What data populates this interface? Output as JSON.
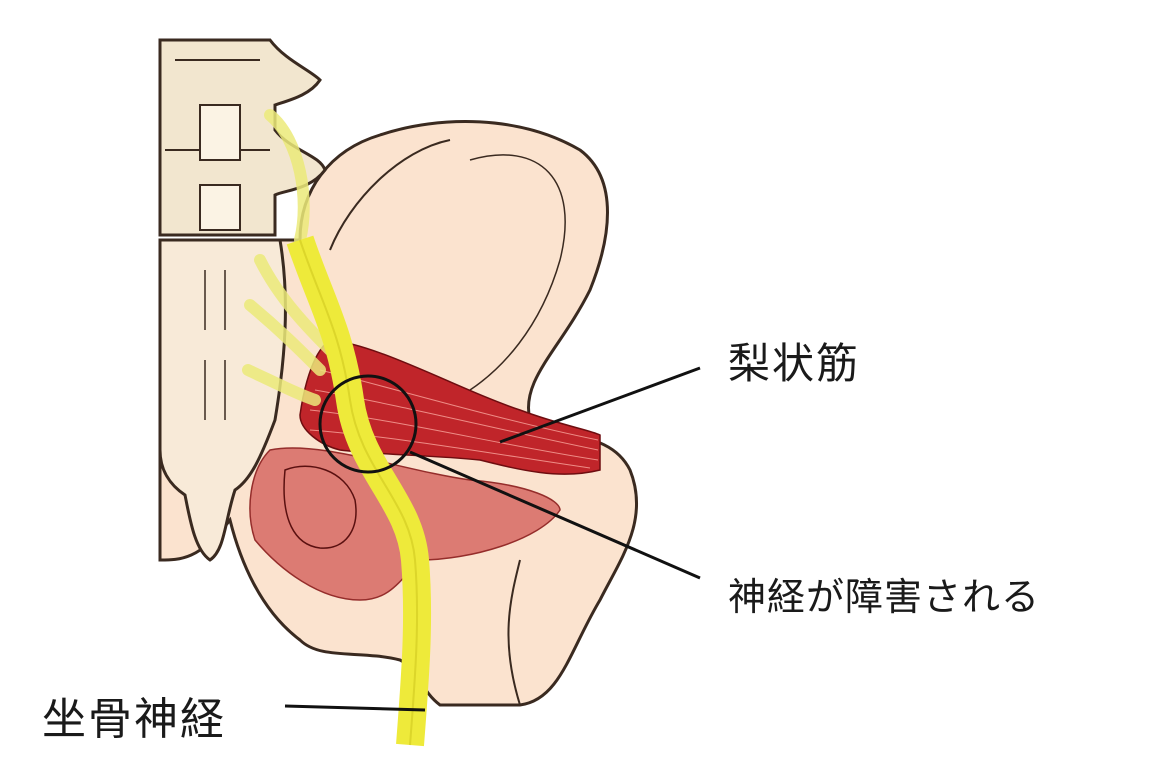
{
  "labels": {
    "piriformis": "梨状筋",
    "nerve_damaged": "神経が障害される",
    "sciatic_nerve": "坐骨神経"
  },
  "colors": {
    "bone": "#fbe3cf",
    "bone_outline": "#3a2a20",
    "muscle": "#c0252a",
    "muscle_light": "#d9706a",
    "nerve": "#eeea3a",
    "vertebra": "#f2e6cf"
  }
}
